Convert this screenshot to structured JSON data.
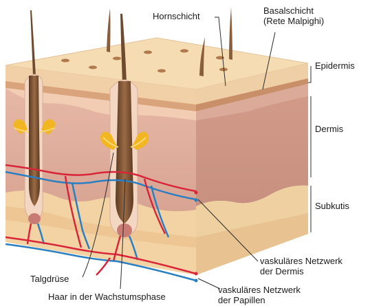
{
  "labels": {
    "hornschicht": "Hornschicht",
    "basalschicht_line1": "Basalschicht",
    "basalschicht_line2": "(Rete Malpighi)",
    "epidermis": "Epidermis",
    "dermis": "Dermis",
    "subkutis": "Subkutis",
    "talgdruese": "Talgdrüse",
    "haar": "Haar in der Wachstumsphase",
    "vask_dermis_line1": "vaskuläres Netzwerk",
    "vask_dermis_line2": "der Dermis",
    "vask_papillen_line1": "vaskuläres Netzwerk",
    "vask_papillen_line2": "der Papillen"
  },
  "colors": {
    "surface": "#f6dcb3",
    "epidermis_side": "#e9c497",
    "dermis": "#d29b8a",
    "dermis_light": "#e6b6a3",
    "subkutis": "#f0cf9a",
    "artery": "#d8253a",
    "vein": "#2a7fc3",
    "hair": "#7a5233",
    "gland": "#f2b622",
    "line": "#333333"
  }
}
